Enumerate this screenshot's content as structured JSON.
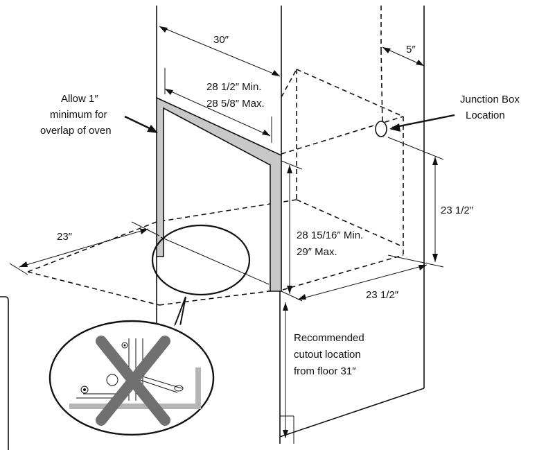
{
  "labels": {
    "width_30": "30″",
    "depth_5": "5″",
    "cutout_width_min": "28 1/2″ Min.",
    "cutout_width_max": "28 5/8″ Max.",
    "overlap_line1": "Allow 1″",
    "overlap_line2": "minimum for",
    "overlap_line3": "overlap of oven",
    "junction_line1": "Junction Box",
    "junction_line2": "Location",
    "height_23_5_right": "23 1/2″",
    "depth_23": "23″",
    "cutout_height_min": "28 15/16″ Min.",
    "cutout_height_max": "29″ Max.",
    "depth_23_5_bottom": "23 1/2″",
    "floor_line1": "Recommended",
    "floor_line2": "cutout location",
    "floor_line3": "from floor 31″"
  },
  "colors": {
    "line": "#111111",
    "trim": "#c8c8c8",
    "cross": "#707070",
    "detail_floor": "#b4b4b4"
  }
}
